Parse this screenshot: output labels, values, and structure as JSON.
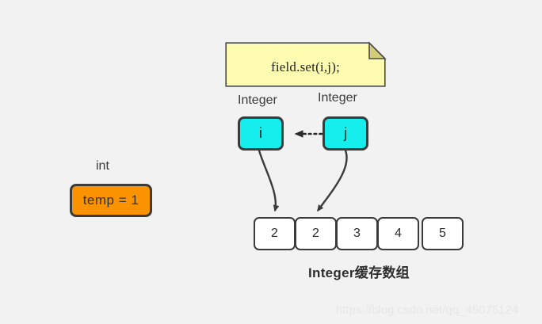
{
  "diagram": {
    "title_caption": "Integer缓存数组",
    "background_color": "#f2f2f2",
    "note": {
      "text": "field.set(i,j);",
      "fill_color": "#fdfbb0",
      "fold_color": "#d3cd7a",
      "border_color": "#4a4a4a"
    },
    "variables": [
      {
        "type_label": "Integer",
        "name": "i",
        "fill_color": "#16eeee",
        "border_color": "#3b3b3b"
      },
      {
        "type_label": "Integer",
        "name": "j",
        "fill_color": "#16eeee",
        "border_color": "#3b3b3b"
      }
    ],
    "primitive": {
      "type_label": "int",
      "text": "temp  = 1",
      "fill_color": "#fb9200",
      "border_color": "#3b3b3b"
    },
    "array": {
      "cells": [
        "2",
        "2",
        "3",
        "4",
        "5"
      ],
      "fill_color": "#ffffff",
      "border_color": "#3b3b3b"
    },
    "connectors": {
      "j_to_i": {
        "style": "dotted",
        "direction": "right-to-left",
        "arrowhead": "filled-triangle"
      },
      "i_to_cell1": {
        "style": "solid-curved",
        "arrowhead": "filled-triangle"
      },
      "j_to_cell2": {
        "style": "solid-curved",
        "arrowhead": "filled-triangle"
      }
    }
  },
  "watermark": {
    "text": "https://blog.csdn.net/qq_45075124"
  }
}
